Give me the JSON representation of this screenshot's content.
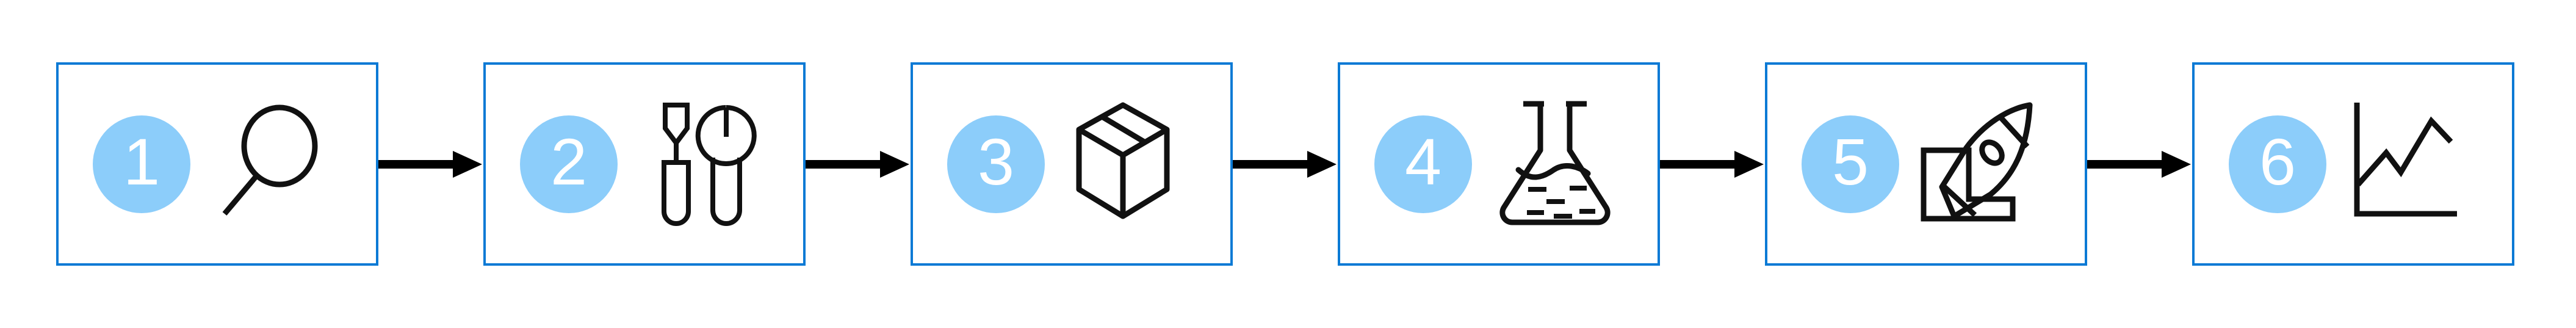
{
  "diagram": {
    "type": "horizontal-process-flow",
    "orientation": "left-to-right",
    "step_count": 6,
    "background_color": "#ffffff",
    "box_border_color": "#0b7ad5",
    "badge_fill_color": "#8ccdfa",
    "badge_text_color": "#ffffff",
    "icon_stroke_color": "#111111",
    "arrow_color": "#000000",
    "steps": [
      {
        "number": "1",
        "icon": "magnifying-glass-icon",
        "box_name": "step-box-1"
      },
      {
        "number": "2",
        "icon": "screwdriver-wrench-tools-icon",
        "box_name": "step-box-2"
      },
      {
        "number": "3",
        "icon": "package-box-icon",
        "box_name": "step-box-3"
      },
      {
        "number": "4",
        "icon": "erlenmeyer-flask-icon",
        "box_name": "step-box-4"
      },
      {
        "number": "5",
        "icon": "rocket-icon",
        "box_name": "step-box-5"
      },
      {
        "number": "6",
        "icon": "line-chart-growth-icon",
        "box_name": "step-box-6"
      }
    ],
    "connectors": [
      {
        "name": "arrow-1-to-2",
        "icon": "arrow-right-icon"
      },
      {
        "name": "arrow-2-to-3",
        "icon": "arrow-right-icon"
      },
      {
        "name": "arrow-3-to-4",
        "icon": "arrow-right-icon"
      },
      {
        "name": "arrow-4-to-5",
        "icon": "arrow-right-icon"
      },
      {
        "name": "arrow-5-to-6",
        "icon": "arrow-right-icon"
      }
    ]
  }
}
